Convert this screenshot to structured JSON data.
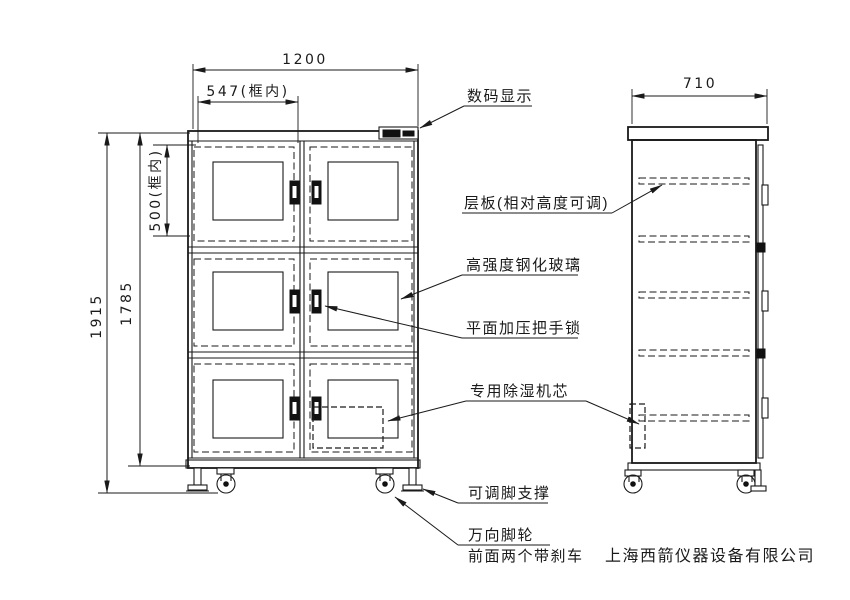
{
  "drawing": {
    "company": "上海西箭仪器设备有限公司",
    "dimensions": {
      "front_width": "1200",
      "door_inner_width": "547(框内)",
      "door_inner_height": "500(框内)",
      "total_height": "1915",
      "body_height": "1785",
      "side_depth": "710"
    },
    "labels": {
      "digital_display": "数码显示",
      "shelf": "层板(相对高度可调)",
      "tempered_glass": "高强度钢化玻璃",
      "handle_lock": "平面加压把手锁",
      "dehumidifier": "专用除湿机芯",
      "adjustable_foot": "可调脚支撑",
      "caster": "万向脚轮",
      "caster_note": "前面两个带刹车"
    }
  }
}
